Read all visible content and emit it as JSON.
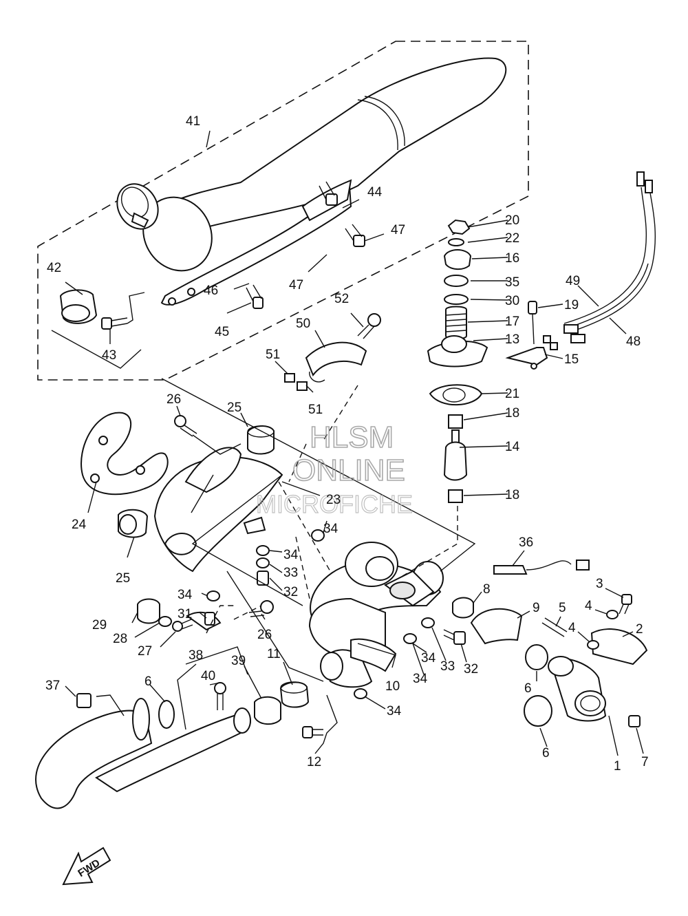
{
  "callouts": {
    "c1": "1",
    "c2": "2",
    "c3": "3",
    "c4a": "4",
    "c4b": "4",
    "c5": "5",
    "c6a": "6",
    "c6b": "6",
    "c6c": "6",
    "c7": "7",
    "c8": "8",
    "c9": "9",
    "c10": "10",
    "c11": "11",
    "c12": "12",
    "c13": "13",
    "c14": "14",
    "c15": "15",
    "c16": "16",
    "c17": "17",
    "c18a": "18",
    "c18b": "18",
    "c19": "19",
    "c20": "20",
    "c21": "21",
    "c22": "22",
    "c23": "23",
    "c24": "24",
    "c25a": "25",
    "c25b": "25",
    "c26a": "26",
    "c26b": "26",
    "c27": "27",
    "c28": "28",
    "c29": "29",
    "c30": "30",
    "c31": "31",
    "c32a": "32",
    "c32b": "32",
    "c33a": "33",
    "c33b": "33",
    "c34a": "34",
    "c34b": "34",
    "c34c": "34",
    "c34d": "34",
    "c34e": "34",
    "c34f": "34",
    "c35": "35",
    "c36": "36",
    "c37": "37",
    "c38": "38",
    "c39": "39",
    "c40": "40",
    "c41": "41",
    "c42": "42",
    "c43": "43",
    "c44": "44",
    "c45": "45",
    "c46": "46",
    "c47a": "47",
    "c47b": "47",
    "c48": "48",
    "c49": "49",
    "c50": "50",
    "c51a": "51",
    "c51b": "51",
    "c52": "52"
  },
  "watermark": {
    "line1": "HLSM",
    "line2": "ONLINE",
    "line3": "MICROFICHE"
  },
  "fwd_label": "FWD"
}
